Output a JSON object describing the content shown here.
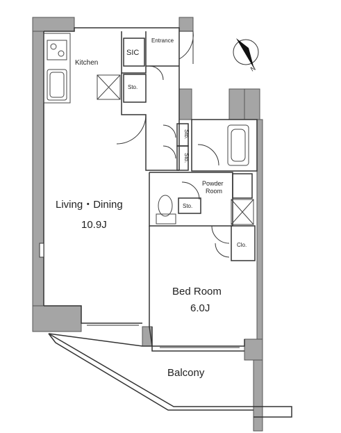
{
  "rooms": {
    "kitchen": "Kitchen",
    "sic": "SIC",
    "entrance": "Entrance",
    "sto": "Sto.",
    "powder_room_line1": "Powder",
    "powder_room_line2": "Room",
    "living_dining": "Living・Dining",
    "living_dining_size": "10.9J",
    "bed_room": "Bed Room",
    "bed_room_size": "6.0J",
    "closet": "Clo.",
    "balcony": "Balcony"
  },
  "compass": {
    "north_label": "N"
  }
}
